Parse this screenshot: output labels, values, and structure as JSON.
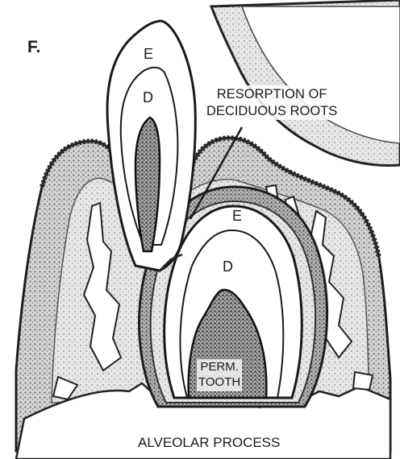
{
  "figure": {
    "panel_label": "F.",
    "deciduous_tooth": {
      "enamel_label": "E",
      "dentin_label": "D"
    },
    "permanent_tooth": {
      "enamel_label": "E",
      "dentin_label": "D",
      "label_line1": "PERM.",
      "label_line2": "TOOTH"
    },
    "annotation": {
      "line1": "RESORPTION OF",
      "line2": "DECIDUOUS ROOTS"
    },
    "bone_label": "ALVEOLAR PROCESS"
  }
}
